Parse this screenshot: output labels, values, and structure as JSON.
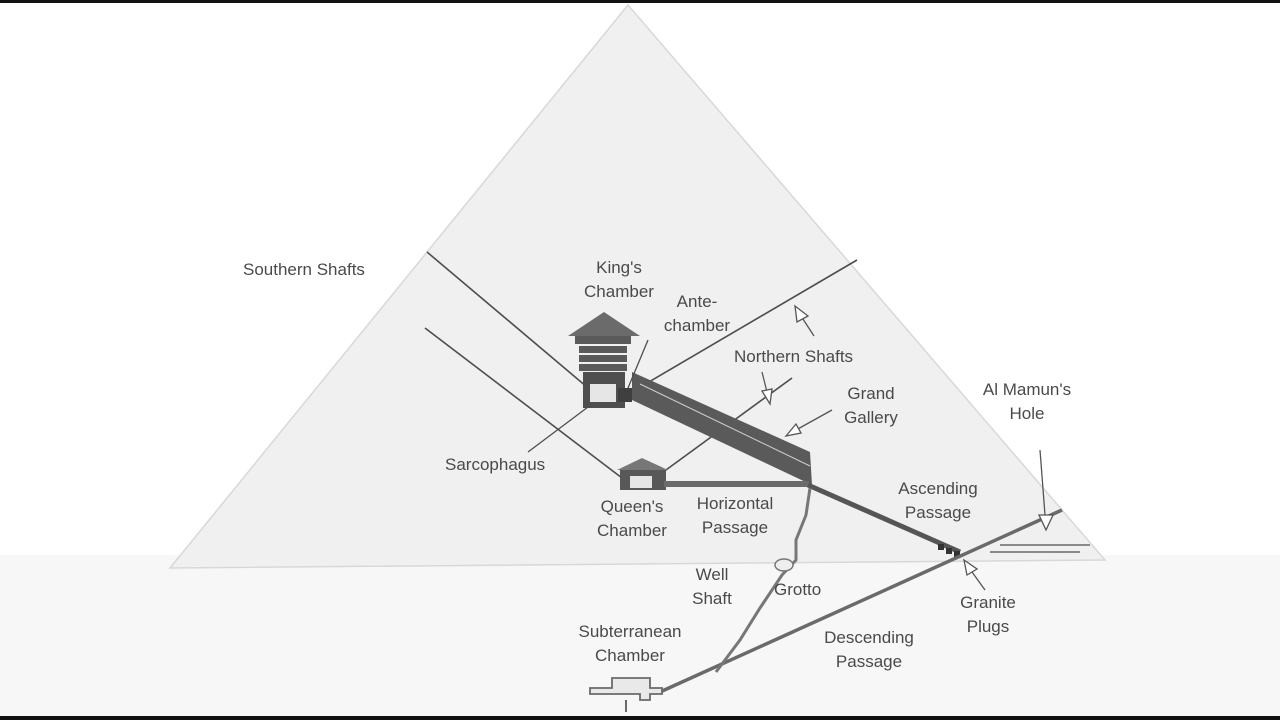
{
  "labels": {
    "southern_shafts": "Southern Shafts",
    "kings_chamber": [
      "King's",
      "Chamber"
    ],
    "ante_chamber": [
      "Ante-",
      "chamber"
    ],
    "northern_shafts": "Northern Shafts",
    "grand_gallery": [
      "Grand",
      "Gallery"
    ],
    "al_mamuns_hole": [
      "Al Mamun's",
      "Hole"
    ],
    "sarcophagus": "Sarcophagus",
    "queens_chamber": [
      "Queen's",
      "Chamber"
    ],
    "horizontal_passage": [
      "Horizontal",
      "Passage"
    ],
    "ascending_passage": [
      "Ascending",
      "Passage"
    ],
    "well_shaft": [
      "Well",
      "Shaft"
    ],
    "grotto": "Grotto",
    "granite_plugs": [
      "Granite",
      "Plugs"
    ],
    "subterranean_chamber": [
      "Subterranean",
      "Chamber"
    ],
    "descending_passage": [
      "Descending",
      "Passage"
    ]
  },
  "colors": {
    "pyramid_fill": "#f2f2f2",
    "ground": "#f8f8f8",
    "line": "#4d4d4d",
    "passage_dark": "#5a5a5a",
    "label_text": "#4a4a4a"
  }
}
